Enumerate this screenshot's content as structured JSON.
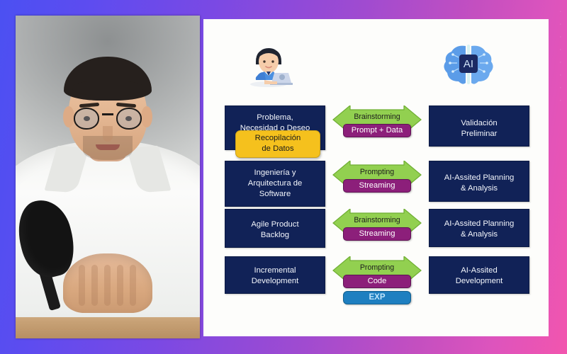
{
  "frame": {
    "gradient_start": "#4b50f2",
    "gradient_mid": "#a04bd0",
    "gradient_end": "#f255ae",
    "watermark_text": "· · · · · · · ·"
  },
  "webcam": {
    "label": "presenter-webcam-feed"
  },
  "diagram": {
    "panel_background": "#fdfdfb",
    "icons": {
      "human_icon_name": "person-at-laptop-icon",
      "ai_icon_name": "ai-brain-icon",
      "ai_icon_text": "AI"
    },
    "colors": {
      "box_navy": "#112257",
      "arrow_green": "#92d050",
      "badge_purple": "#8c1f7a",
      "badge_yellow": "#f5c11d",
      "badge_blue": "#1e7fc0"
    },
    "rows": [
      {
        "left_title": "Problema,\nNecesidad o Deseo",
        "left_badge": "Recopilación\nde Datos",
        "arrow_label": "Brainstorming",
        "mode_badge": "Prompt + Data",
        "extra_badge": null,
        "right_title": "Validación\nPreliminar"
      },
      {
        "left_title": "Ingeniería y\nArquitectura de\nSoftware",
        "left_badge": null,
        "arrow_label": "Prompting",
        "mode_badge": "Streaming",
        "extra_badge": null,
        "right_title": "AI-Assited Planning\n& Analysis"
      },
      {
        "left_title": "Agile Product\nBacklog",
        "left_badge": null,
        "arrow_label": "Brainstorming",
        "mode_badge": "Streaming",
        "extra_badge": null,
        "right_title": "AI-Assited Planning\n& Analysis"
      },
      {
        "left_title": "Incremental\nDevelopment",
        "left_badge": null,
        "arrow_label": "Prompting",
        "mode_badge": "Code",
        "extra_badge": "EXP",
        "right_title": "AI-Assited\nDevelopment"
      }
    ]
  }
}
